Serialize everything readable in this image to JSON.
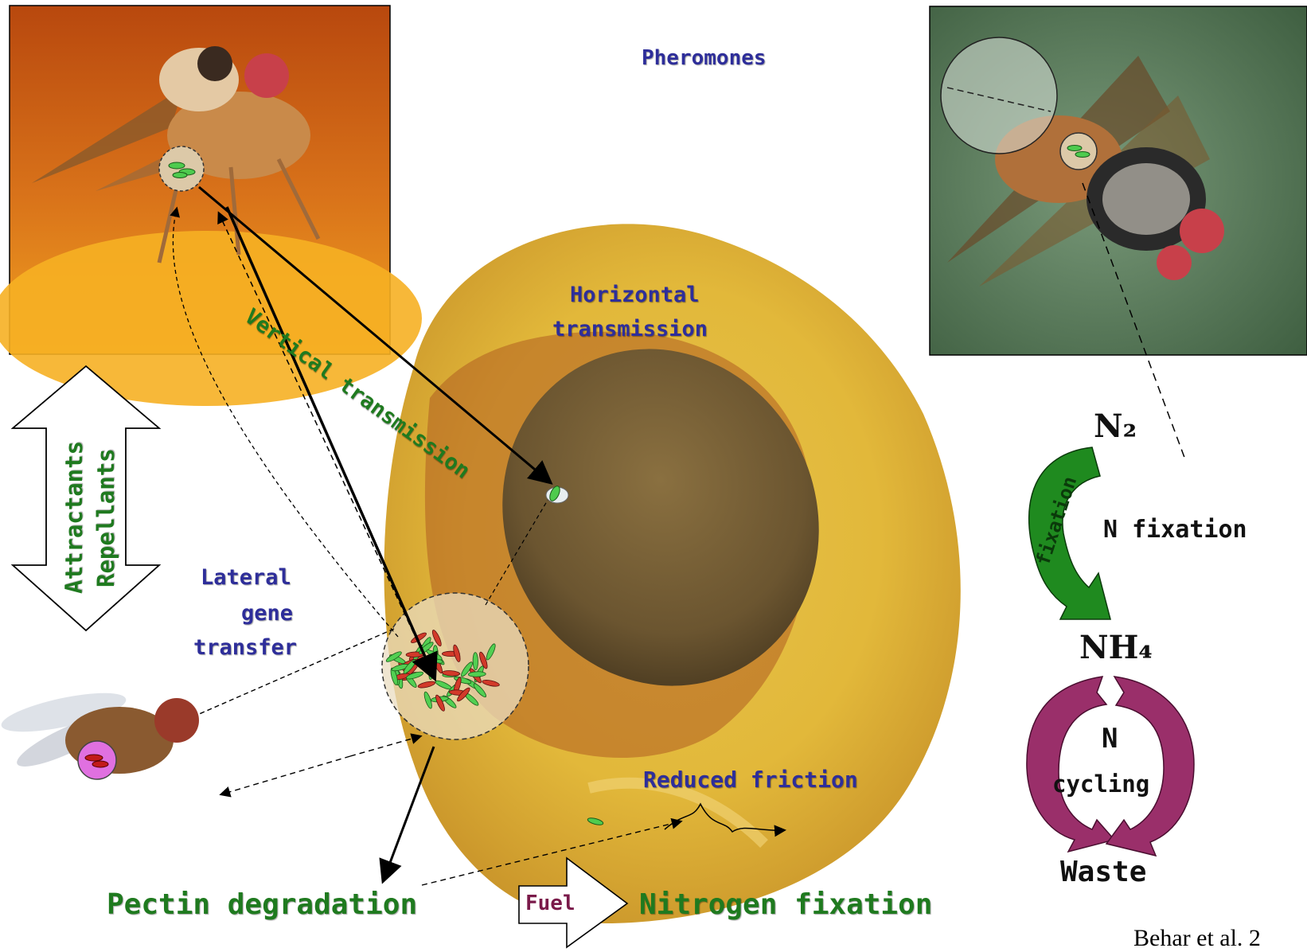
{
  "labels": {
    "pheromones": "Pheromones",
    "horizontal_1": "Horizontal",
    "horizontal_2": "transmission",
    "vertical": "Vertical transmission",
    "attractants": "Attractants",
    "repellants": "Repellants",
    "lateral_1": "Lateral",
    "lateral_2": "gene",
    "lateral_3": "transfer",
    "reduced_friction": "Reduced friction",
    "pectin": "Pectin degradation",
    "fuel": "Fuel",
    "nitrogen": "Nitrogen fixation",
    "n2": "N₂",
    "fixation_arrow": "fixation",
    "n_fixation": "N fixation",
    "nh4": "NH₄",
    "n_cycling_1": "N",
    "n_cycling_2": "cycling",
    "waste": "Waste",
    "citation": "Behar et al. 2"
  },
  "colors": {
    "blue_text": "#2e2e9a",
    "green_text": "#1f7a1f",
    "green_arrow": "#1f8a1f",
    "purple_arrow": "#9a2f6a"
  },
  "icons": {
    "fly_top_left": "fruit-fly-photo",
    "fly_top_right": "olive-fly-photo",
    "fly_small": "drosophila-photo",
    "fruit": "olive-fruit-cross-section"
  }
}
